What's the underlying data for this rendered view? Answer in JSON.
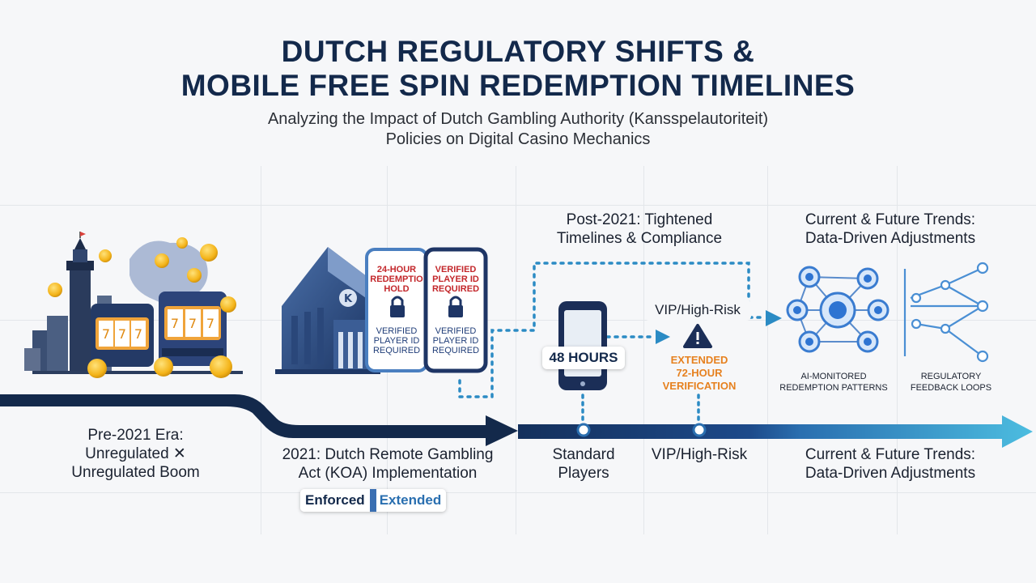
{
  "header": {
    "title_line1": "DUTCH REGULATORY SHIFTS &",
    "title_line2": "MOBILE FREE SPIN REDEMPTION TIMELINES",
    "subtitle_line1": "Analyzing the Impact of Dutch Gambling Authority (Kansspelautoriteit)",
    "subtitle_line2": "Policies on Digital Casino Mechanics"
  },
  "phases": {
    "pre2021": {
      "line1": "Pre-2021 Era:",
      "line2": "Unregulated ✕",
      "line3": "Unregulated Boom"
    },
    "koa": {
      "line1": "2021: Dutch Remote Gambling",
      "line2": "Act (KOA) Implementation"
    },
    "post2021": {
      "heading1": "Post-2021: Tightened",
      "heading2": "Timelines & Compliance"
    },
    "current": {
      "heading1": "Current & Future Trends:",
      "heading2": "Data-Driven Adjustments",
      "line1": "Current & Future Trends:",
      "line2": "Data-Driven Adjustments"
    }
  },
  "koa_tags": {
    "enforced": "Enforced",
    "extended": "Extended"
  },
  "phone_cards": [
    {
      "red": [
        "24-HOUR",
        "REDEMPTIO",
        "HOLD"
      ],
      "blue": [
        "VERIFIED",
        "PLAYER ID",
        "REQUIRED"
      ]
    },
    {
      "red": [
        "VERIFIED",
        "PLAYER ID",
        "REQUIRED"
      ],
      "blue": [
        "VERIFIED",
        "PLAYER ID",
        "REQUIRED"
      ]
    }
  ],
  "timeline": {
    "hours_48": "48 HOURS",
    "vip_top": "VIP/High-Risk",
    "extended_72": [
      "EXTENDED",
      "72-HOUR",
      "VERIFICATION"
    ],
    "standard": [
      "Standard",
      "Players"
    ],
    "vip_bottom": "VIP/High-Risk"
  },
  "trends": {
    "ai_label": [
      "AI-MONITORED",
      "REDEMPTION PATTERNS"
    ],
    "feedback_label": [
      "REGULATORY",
      "FEEDBACK LOOPS"
    ]
  },
  "colors": {
    "navy": "#13294b",
    "arrow_dark": "#1b3a6b",
    "arrow_mid": "#2a6fb0",
    "arrow_light": "#47b5d9",
    "dotted": "#2b8bc4",
    "warning_orange": "#e6811f",
    "red_text": "#c3272b"
  },
  "icons": [
    "lighthouse-icon",
    "slot-machine-icon",
    "coin-icon",
    "bank-building-icon",
    "smartphone-icon",
    "lock-icon",
    "warning-icon",
    "network-icon",
    "feedback-loop-icon"
  ]
}
